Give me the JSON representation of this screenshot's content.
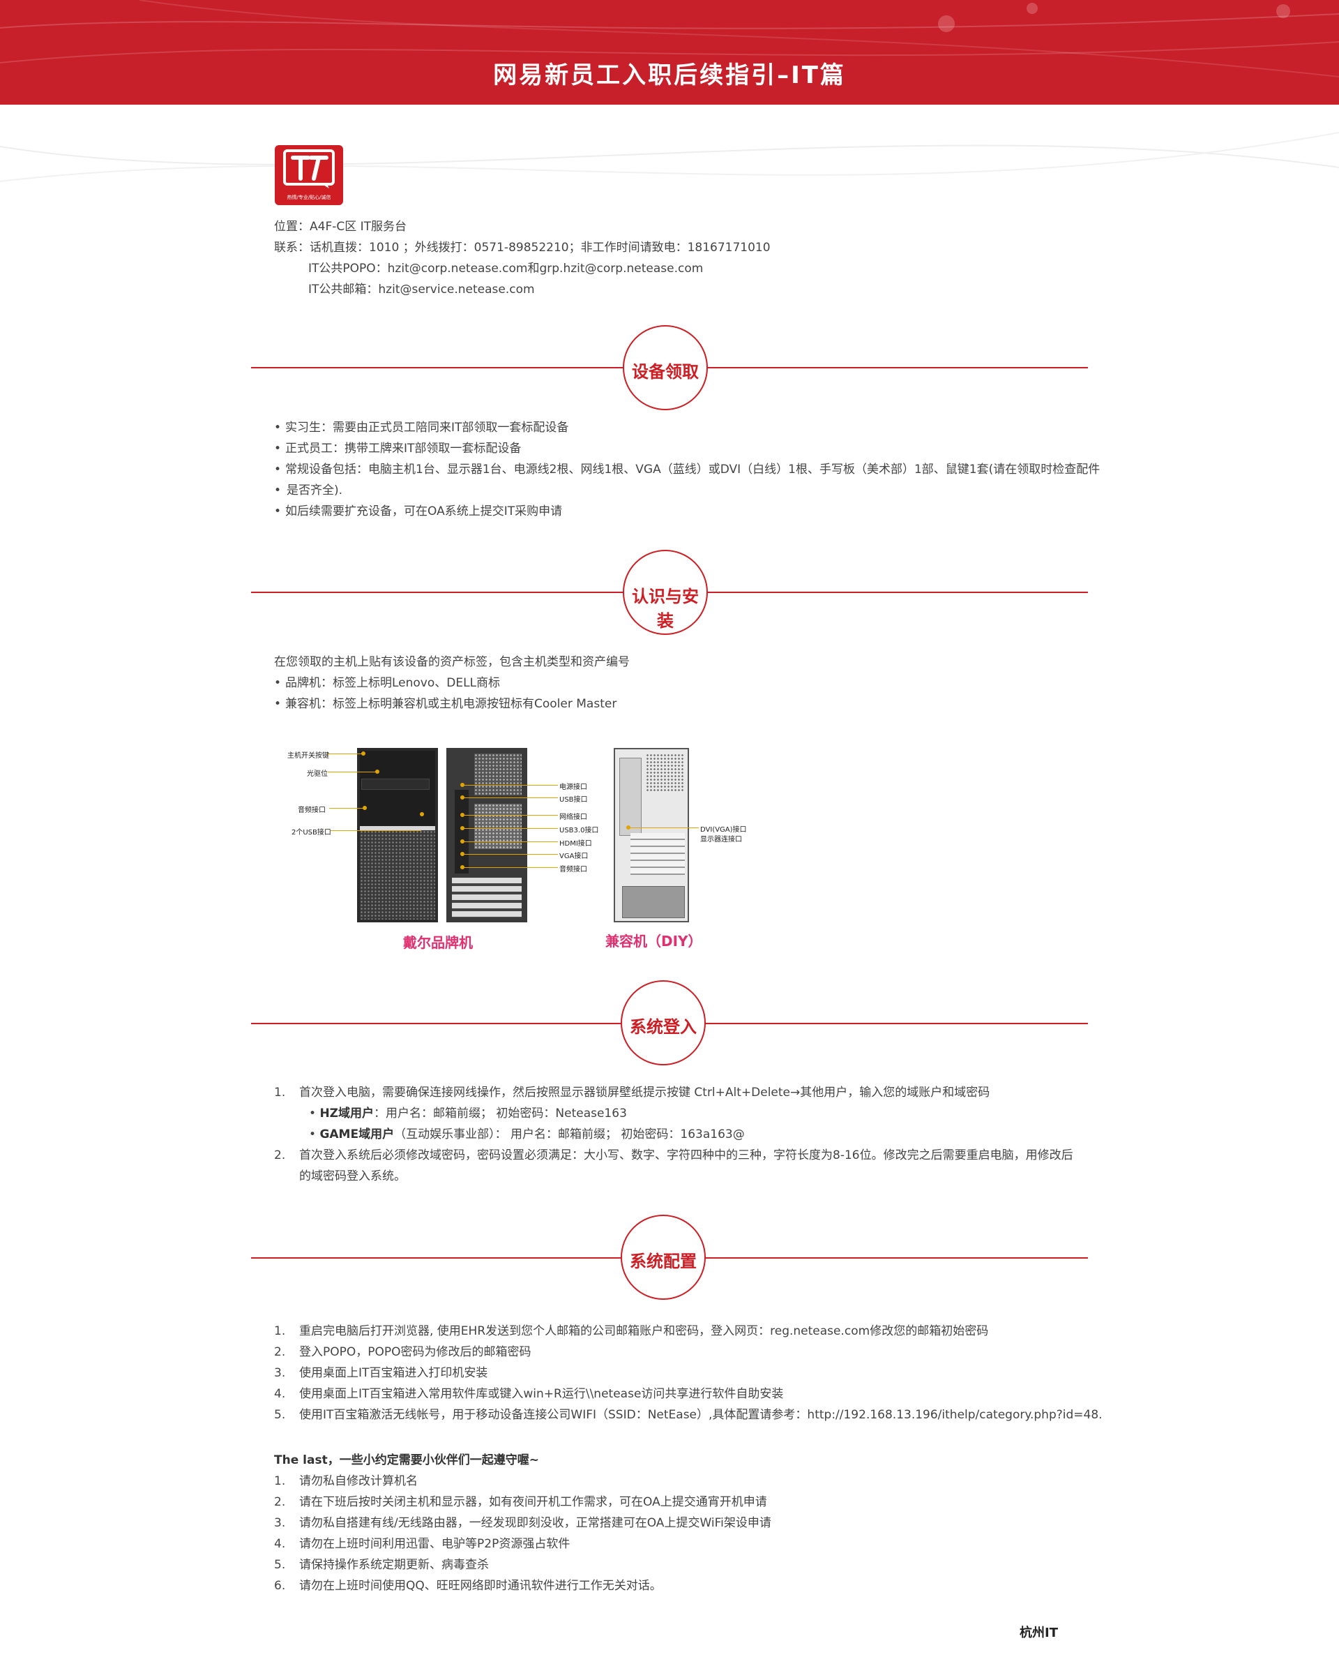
{
  "header": {
    "title": "网易新员工入职后续指引–IT篇"
  },
  "logo": {
    "slogan": "热情/专业/贴心/诚信"
  },
  "contact": {
    "location": "位置：A4F-C区 IT服务台",
    "phone": "联系：话机直拨：1010 ；外线拨打：0571-89852210；非工作时间请致电：18167171010",
    "popo": "IT公共POPO：hzit@corp.netease.com和grp.hzit@corp.netease.com",
    "email": "IT公共邮箱：hzit@service.netease.com"
  },
  "sections": {
    "equipment": {
      "title": "设备领取",
      "items": [
        "实习生：需要由正式员工陪同来IT部领取一套标配设备",
        "正式员工：携带工牌来IT部领取一套标配设备",
        "常规设备包括：电脑主机1台、显示器1台、电源线2根、网线1根、VGA（蓝线）或DVI（白线）1根、手写板（美术部）1部、鼠键1套(请在领取时检查配件",
        "如后续需要扩充设备，可在OA系统上提交IT采购申请"
      ],
      "items_cont": "是否齐全)."
    },
    "install": {
      "title": "认识与安装",
      "intro": "在您领取的主机上贴有该设备的资产标签，包含主机类型和资产编号",
      "items": [
        "品牌机：标签上标明Lenovo、DELL商标",
        "兼容机：标签上标明兼容机或主机电源按钮标有Cooler Master"
      ],
      "front_labels": [
        "主机开关按键",
        "光驱位",
        "音频接口",
        "2个USB接口"
      ],
      "back_labels": [
        "电源接口",
        "USB接口",
        "网络接口",
        "USB3.0接口",
        "HDMI接口",
        "VGA接口",
        "音频接口"
      ],
      "diy_labels": [
        "DVI(VGA)接口",
        "显示器连接口"
      ],
      "caption_dell": "戴尔品牌机",
      "caption_diy": "兼容机（DIY）"
    },
    "login": {
      "title": "系统登入",
      "steps": [
        {
          "n": "1.",
          "text": "首次登入电脑，需要确保连接网线操作，然后按照显示器锁屏壁纸提示按键 Ctrl+Alt+Delete→其他用户，输入您的域账户和域密码"
        },
        {
          "n": "2.",
          "text": "首次登入系统后必须修改域密码，密码设置必须满足：大小写、数字、字符四种中的三种，字符长度为8-16位。修改完之后需要重启电脑，用修改后"
        }
      ],
      "step2_cont": "的域密码登入系统。",
      "hz_label": "HZ域用户",
      "hz_text": "：用户名：邮箱前缀；  初始密码：Netease163",
      "game_label": "GAME域用户",
      "game_text": "（互动娱乐事业部）：  用户名：邮箱前缀；  初始密码：163a163@"
    },
    "config": {
      "title": "系统配置",
      "steps": [
        {
          "n": "1.",
          "text": "重启完电脑后打开浏览器, 使用EHR发送到您个人邮箱的公司邮箱账户和密码，登入网页：reg.netease.com修改您的邮箱初始密码"
        },
        {
          "n": "2.",
          "text": "登入POPO，POPO密码为修改后的邮箱密码"
        },
        {
          "n": "3.",
          "text": "使用桌面上IT百宝箱进入打印机安装"
        },
        {
          "n": "4.",
          "text": "使用桌面上IT百宝箱进入常用软件库或键入win+R运行\\\\netease访问共享进行软件自助安装"
        },
        {
          "n": "5.",
          "text": "使用IT百宝箱激活无线帐号，用于移动设备连接公司WIFI（SSID：NetEase）,具体配置请参考：http://192.168.13.196/ithelp/category.php?id=48."
        }
      ]
    },
    "last": {
      "title": "The last，一些小约定需要小伙伴们一起遵守喔~",
      "rules": [
        {
          "n": "1.",
          "text": "请勿私自修改计算机名"
        },
        {
          "n": "2.",
          "text": "请在下班后按时关闭主机和显示器，如有夜间开机工作需求，可在OA上提交通宵开机申请"
        },
        {
          "n": "3.",
          "text": "请勿私自搭建有线/无线路由器，一经发现即刻没收，正常搭建可在OA上提交WiFi架设申请"
        },
        {
          "n": "4.",
          "text": "请勿在上班时间利用迅雷、电驴等P2P资源强占软件"
        },
        {
          "n": "5.",
          "text": "请保持操作系统定期更新、病毒查杀"
        },
        {
          "n": "6.",
          "text": "请勿在上班时间使用QQ、旺旺网络即时通讯软件进行工作无关对话。"
        }
      ]
    }
  },
  "footer": {
    "signature": "杭州IT"
  },
  "colors": {
    "brand_red": "#c8202a",
    "accent_pink": "#e0306f",
    "label_lead": "#e1a400"
  }
}
